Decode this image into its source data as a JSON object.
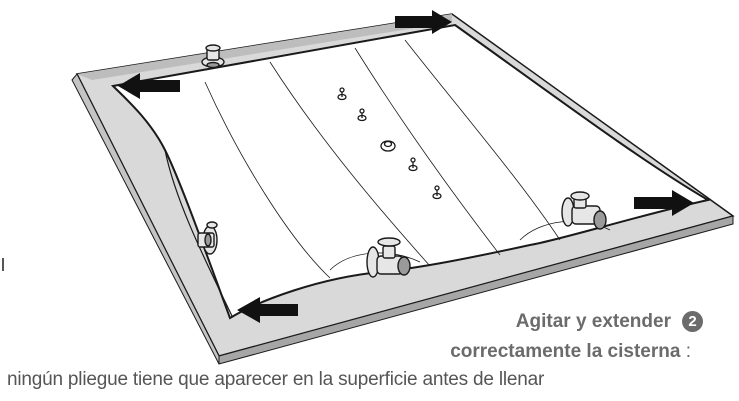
{
  "caption": {
    "title": "Agitar y extender",
    "step_number": "2",
    "title_cont": "correctamente la cisterna",
    "separator": " :",
    "body": "ningún pliegue tiene que aparecer en la superficie antes de llenar"
  },
  "colors": {
    "frame_fill": "#d9d9d9",
    "bladder_fill": "#ffffff",
    "outline": "#1a1a1a",
    "text": "#6b6b6b",
    "arrow": "#111111"
  },
  "icons": [
    "arrow-right-icon",
    "arrow-left-icon",
    "valve-fitting-icon",
    "bolt-icon"
  ]
}
